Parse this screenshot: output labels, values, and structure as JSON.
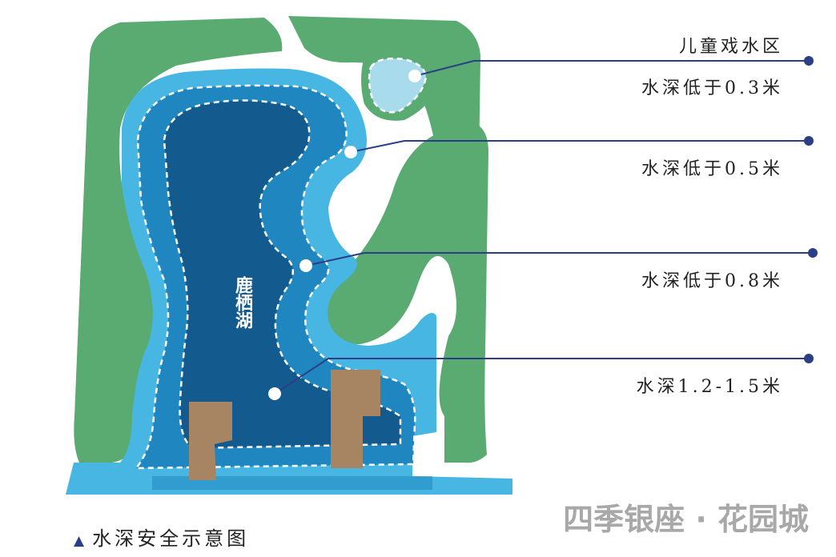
{
  "colors": {
    "land": "#5aab72",
    "water_lightest": "#a8dced",
    "water_light": "#48b6e3",
    "water_mid": "#1f86c0",
    "water_deep": "#135a8e",
    "platform": "#a88562",
    "callout_line": "#2a3f85"
  },
  "legend": [
    {
      "id": "kids_pool",
      "title": "儿童戏水区",
      "depth": "水深低于0.3米"
    },
    {
      "id": "shallow",
      "depth": "水深低于0.5米"
    },
    {
      "id": "medium",
      "depth": "水深低于0.8米"
    },
    {
      "id": "deep",
      "depth": "水深1.2-1.5米"
    }
  ],
  "lake_name": "鹿栖湖",
  "caption": "水深安全示意图",
  "watermark": "四季银座 · 花园城",
  "icons": {
    "caption_marker": "triangle-up-icon"
  }
}
